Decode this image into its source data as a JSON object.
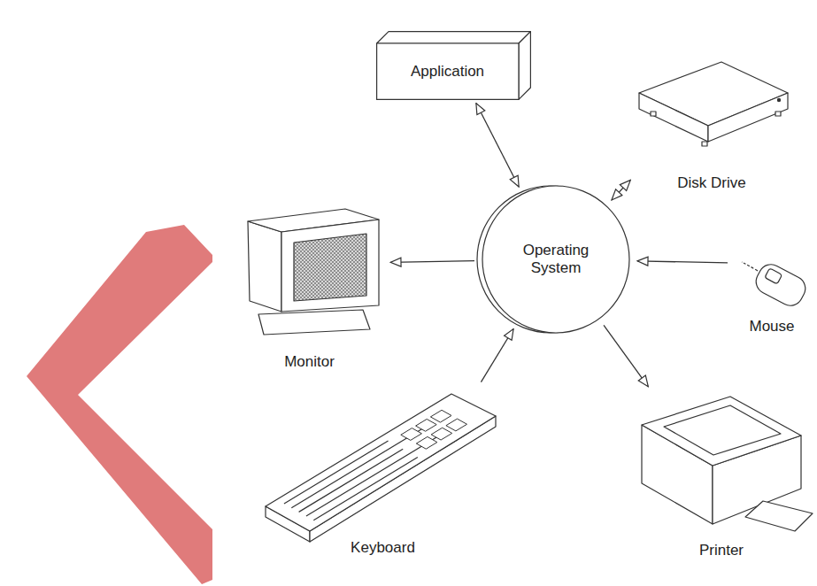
{
  "diagram": {
    "nodes": [
      {
        "text": [
          "Application"
        ]
      },
      {
        "text": [
          "Disk Drive"
        ]
      },
      {
        "text": [
          "Monitor"
        ]
      },
      {
        "text": [
          "Operating System"
        ]
      },
      {
        "text": [
          "Mouse"
        ]
      },
      {
        "text": [
          "Keyboard"
        ]
      },
      {
        "text": [
          "Printer"
        ]
      }
    ],
    "edges": [
      {
        "from": 0,
        "to": 3,
        "arrow": "both"
      },
      {
        "from": 1,
        "to": 3,
        "arrow": "both"
      },
      {
        "from": 3,
        "to": 2,
        "arrow": "to"
      },
      {
        "from": 4,
        "to": 3,
        "arrow": "to"
      },
      {
        "from": 5,
        "to": 3,
        "arrow": "to"
      },
      {
        "from": 3,
        "to": 6,
        "arrow": "to"
      }
    ]
  }
}
